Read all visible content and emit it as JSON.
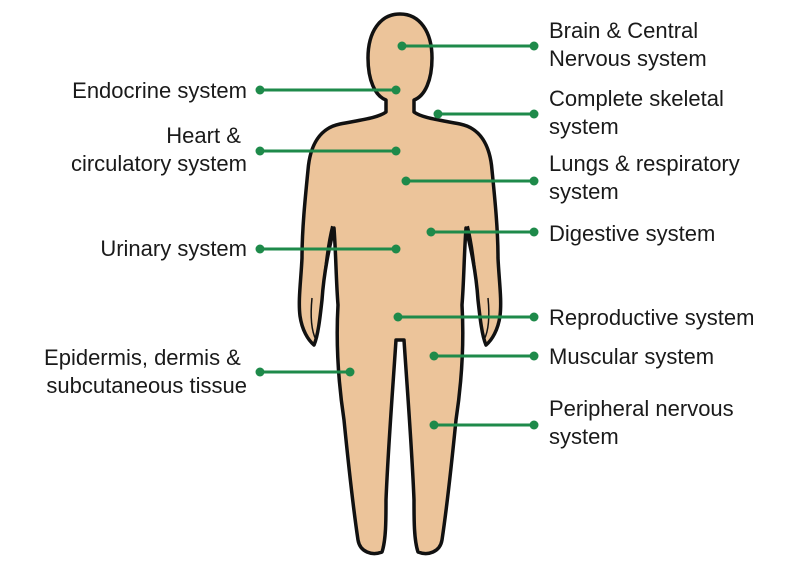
{
  "colors": {
    "body_fill": "#ecc49a",
    "body_outline": "#111111",
    "leader_line": "#1e8a4a",
    "text": "#1a1a1a",
    "background": "#ffffff"
  },
  "labels": {
    "brain": [
      "Brain & Central",
      "Nervous system"
    ],
    "endocrine": [
      "Endocrine system"
    ],
    "skeletal": [
      "Complete skeletal",
      "system"
    ],
    "heart": [
      "Heart &",
      "circulatory system"
    ],
    "lungs": [
      "Lungs & respiratory",
      "system"
    ],
    "digestive": [
      "Digestive system"
    ],
    "urinary": [
      "Urinary system"
    ],
    "reproductive": [
      "Reproductive system"
    ],
    "muscular": [
      "Muscular system"
    ],
    "epidermis": [
      "Epidermis, dermis &",
      "subcutaneous tissue"
    ],
    "peripheral": [
      "Peripheral nervous",
      "system"
    ]
  }
}
